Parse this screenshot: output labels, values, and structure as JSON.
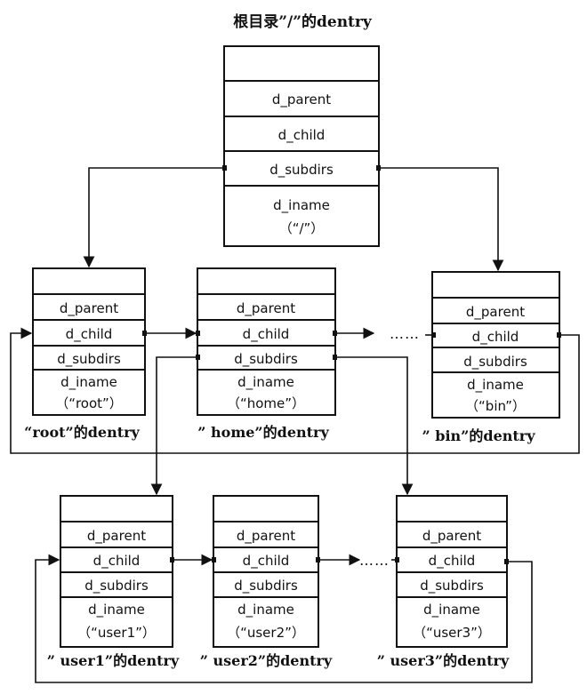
{
  "title": "根目录”/”的dentry",
  "fields": {
    "parent": "d_parent",
    "child": "d_child",
    "subdirs": "d_subdirs",
    "iname": "d_iname"
  },
  "dentries": [
    {
      "id": "root_dir",
      "name": "（“/”）",
      "caption": ""
    },
    {
      "id": "root",
      "name": "（“root”）",
      "caption": "“root”的dentry"
    },
    {
      "id": "home",
      "name": "（“home”）",
      "caption": "” home”的dentry"
    },
    {
      "id": "bin",
      "name": "（“bin”）",
      "caption": "” bin”的dentry"
    },
    {
      "id": "user1",
      "name": "（“user1”）",
      "caption": "” user1”的dentry"
    },
    {
      "id": "user2",
      "name": "（“user2”）",
      "caption": "” user2”的dentry"
    },
    {
      "id": "user3",
      "name": "（“user3”）",
      "caption": "” user3”的dentry"
    }
  ],
  "ellipsis": "……"
}
